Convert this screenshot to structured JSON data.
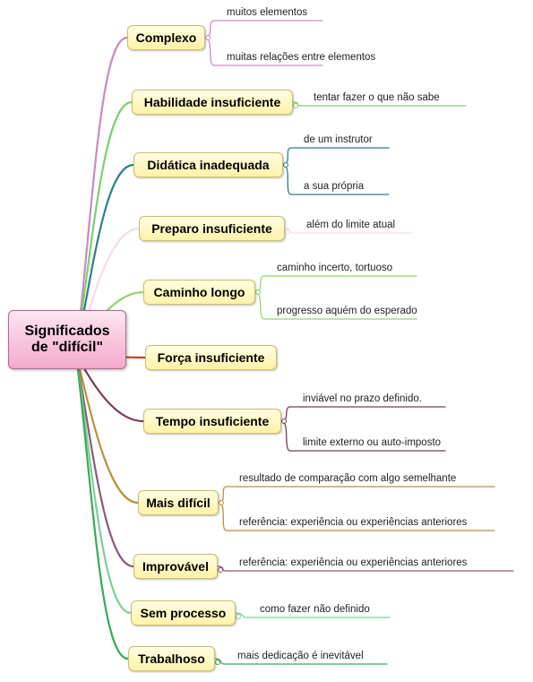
{
  "root": {
    "line1": "Significados",
    "line2": "de \"difícil\""
  },
  "branches": [
    {
      "label": "Complexo",
      "color": "#c98bc4",
      "leaves": [
        "muitos elementos",
        "muitas relações entre elementos"
      ]
    },
    {
      "label": "Habilidade insuficiente",
      "color": "#7dcf6f",
      "leaves": [
        "tentar fazer o que não sabe"
      ]
    },
    {
      "label": "Didática inadequada",
      "color": "#2f7f8a",
      "leaves": [
        "de um instrutor",
        "a sua própria"
      ]
    },
    {
      "label": "Preparo insuficiente",
      "color": "#f7d9ee",
      "leaves": [
        "além do limite atual"
      ]
    },
    {
      "label": "Caminho longo",
      "color": "#8fd66f",
      "leaves": [
        "caminho incerto, tortuoso",
        "progresso aquém do esperado"
      ]
    },
    {
      "label": "Força insuficiente",
      "color": "#c0442a",
      "leaves": []
    },
    {
      "label": "Tempo insuficiente",
      "color": "#7a3a5a",
      "leaves": [
        "inviável no prazo definido.",
        "limite externo ou auto-imposto"
      ]
    },
    {
      "label": "Mais difícil",
      "color": "#b8913a",
      "leaves": [
        "resultado de comparação com algo semelhante",
        "referência: experiência ou experiências anteriores"
      ]
    },
    {
      "label": "Improvável",
      "color": "#8a5a7a",
      "leaves": [
        "referência: experiência ou experiências anteriores"
      ]
    },
    {
      "label": "Sem processo",
      "color": "#7fcf9a",
      "leaves": [
        "como fazer não definido"
      ]
    },
    {
      "label": "Trabalhoso",
      "color": "#3aaa5a",
      "leaves": [
        "mais dedicação é inevitável"
      ]
    }
  ]
}
